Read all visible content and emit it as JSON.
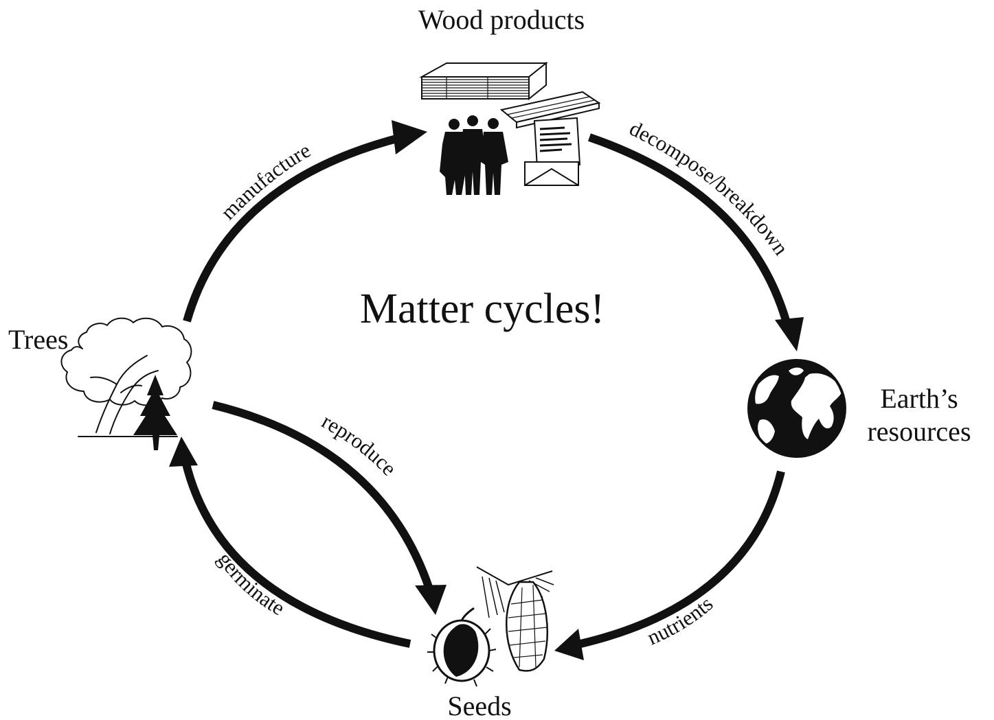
{
  "diagram": {
    "title": "Matter cycles!",
    "nodes": {
      "wood_products": {
        "label": "Wood products",
        "icon": "wood-products-icon"
      },
      "earth": {
        "label_line1": "Earth’s",
        "label_line2": "resources",
        "icon": "globe-icon"
      },
      "seeds": {
        "label": "Seeds",
        "icon": "seeds-icon"
      },
      "trees": {
        "label": "Trees",
        "icon": "trees-icon"
      }
    },
    "edges": [
      {
        "from": "Trees",
        "to": "Wood products",
        "label": "manufacture"
      },
      {
        "from": "Wood products",
        "to": "Earth’s resources",
        "label": "decompose/breakdown"
      },
      {
        "from": "Earth’s resources",
        "to": "Seeds",
        "label": "nutrients"
      },
      {
        "from": "Trees",
        "to": "Seeds",
        "label": "reproduce"
      },
      {
        "from": "Seeds",
        "to": "Trees",
        "label": "germinate"
      }
    ],
    "colors": {
      "ink": "#111111",
      "background": "#ffffff"
    }
  }
}
